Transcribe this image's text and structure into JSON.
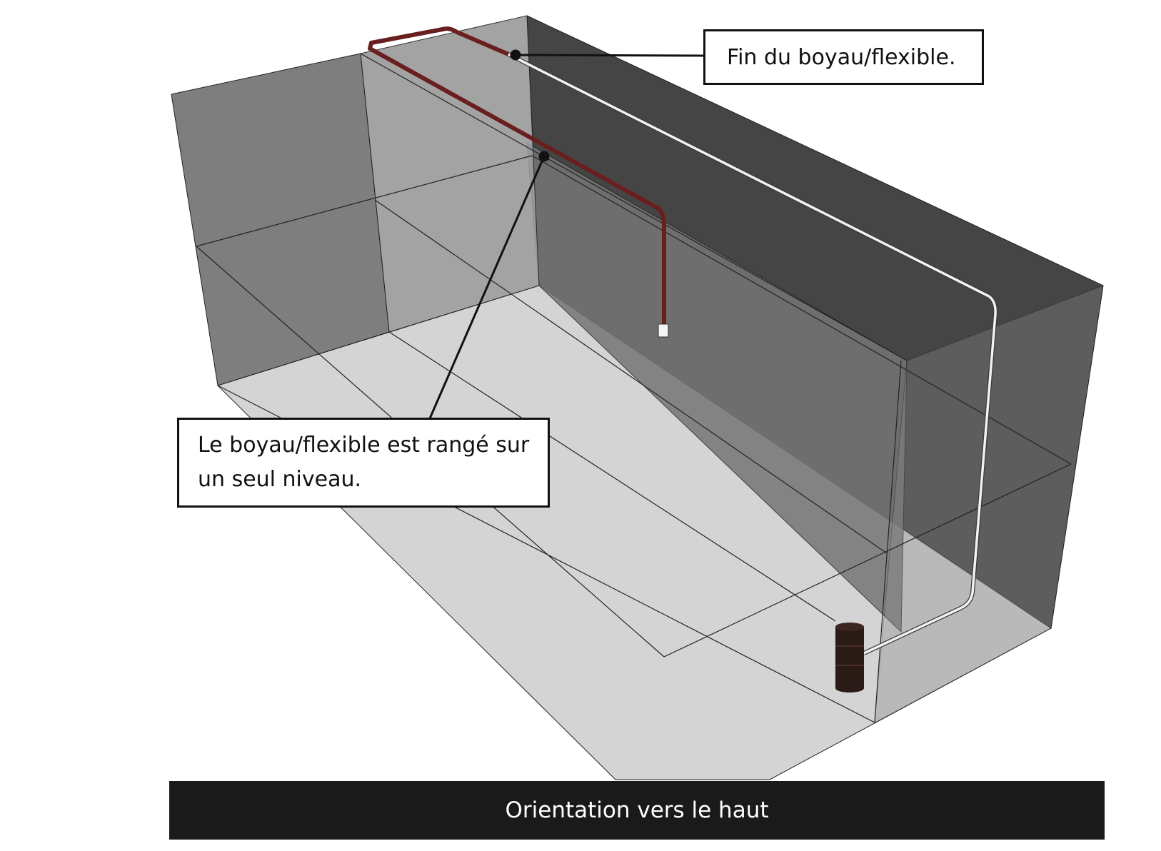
{
  "callouts": {
    "hose_end": "Fin du boyau/flexible.",
    "single_level": "Le boyau/flexible est rangé sur un seul niveau."
  },
  "footer": {
    "orientation_label": "Orientation vers le haut"
  },
  "colors": {
    "back_wall": "#454545",
    "left_wall": "#7e7e7e",
    "divider_wall": "#9a9a9a",
    "right_wall": "#6e6e6e",
    "floor": "#d4d4d4",
    "hose_dark": "#6a1f1f",
    "hose_light": "#f2f2f2",
    "container": "#2b1b17",
    "footer_bg": "#1a1a1a"
  }
}
